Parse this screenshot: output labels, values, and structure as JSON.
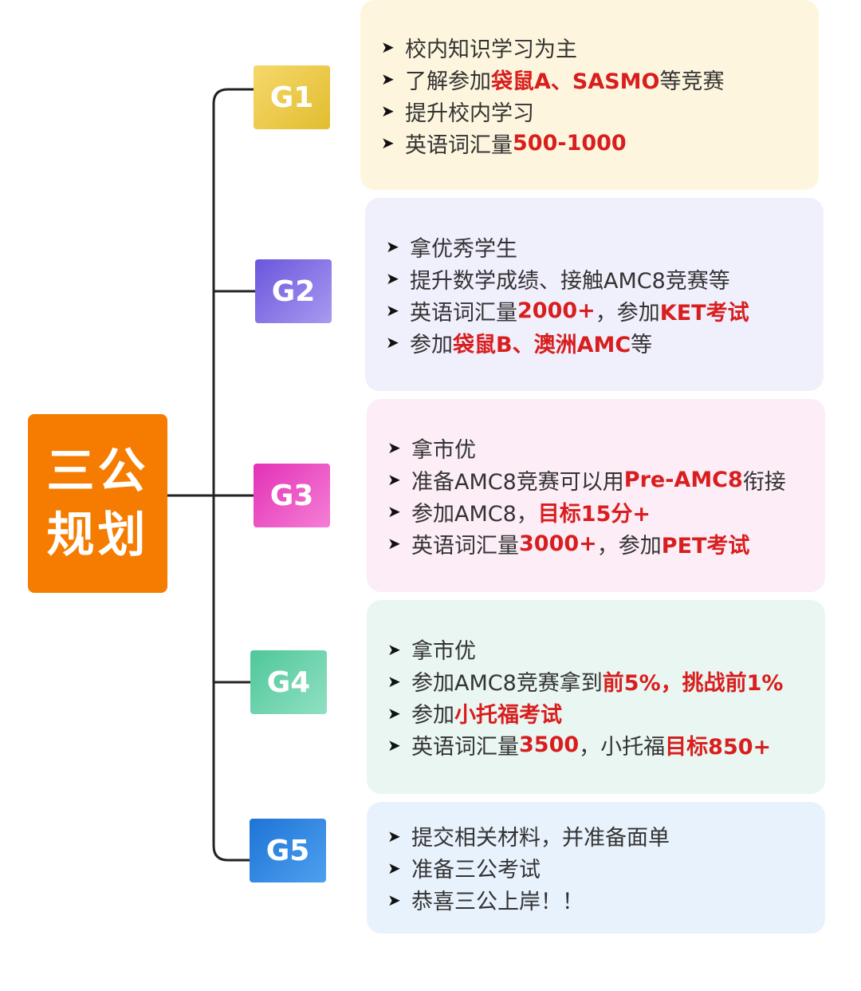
{
  "root": {
    "line1": "三公",
    "line2": "规划"
  },
  "grades": [
    {
      "label": "G1",
      "items": [
        [
          {
            "t": "校内知识学习为主"
          }
        ],
        [
          {
            "t": "了解参加"
          },
          {
            "t": "袋鼠A、SASMO",
            "hl": true
          },
          {
            "t": "等竞赛"
          }
        ],
        [
          {
            "t": "提升校内学习"
          }
        ],
        [
          {
            "t": "英语词汇量"
          },
          {
            "t": "500-1000",
            "hl": true
          }
        ]
      ]
    },
    {
      "label": "G2",
      "items": [
        [
          {
            "t": "拿优秀学生"
          }
        ],
        [
          {
            "t": "提升数学成绩、接触AMC8竞赛等"
          }
        ],
        [
          {
            "t": "英语词汇量"
          },
          {
            "t": "2000+",
            "hl": true
          },
          {
            "t": "，参加"
          },
          {
            "t": "KET考试",
            "hl": true
          }
        ],
        [
          {
            "t": "参加"
          },
          {
            "t": "袋鼠B、澳洲AMC",
            "hl": true
          },
          {
            "t": "等"
          }
        ]
      ]
    },
    {
      "label": "G3",
      "items": [
        [
          {
            "t": "拿市优"
          }
        ],
        [
          {
            "t": "准备AMC8竞赛可以用"
          },
          {
            "t": "Pre-AMC8",
            "hl": true
          },
          {
            "t": "衔接"
          }
        ],
        [
          {
            "t": "参加AMC8，"
          },
          {
            "t": "目标15分+",
            "hl": true
          }
        ],
        [
          {
            "t": "英语词汇量"
          },
          {
            "t": "3000+",
            "hl": true
          },
          {
            "t": "，参加"
          },
          {
            "t": "PET考试",
            "hl": true
          }
        ]
      ]
    },
    {
      "label": "G4",
      "items": [
        [
          {
            "t": "拿市优"
          }
        ],
        [
          {
            "t": "参加AMC8竞赛拿到"
          },
          {
            "t": "前5%，挑战前1%",
            "hl": true
          }
        ],
        [
          {
            "t": "参加"
          },
          {
            "t": "小托福考试",
            "hl": true
          }
        ],
        [
          {
            "t": "英语词汇量"
          },
          {
            "t": "3500",
            "hl": true
          },
          {
            "t": "，小托福"
          },
          {
            "t": "目标850+",
            "hl": true
          }
        ]
      ]
    },
    {
      "label": "G5",
      "items": [
        [
          {
            "t": "提交相关材料，并准备面单"
          }
        ],
        [
          {
            "t": "准备三公考试"
          }
        ],
        [
          {
            "t": "恭喜三公上岸！！"
          }
        ]
      ]
    }
  ],
  "colors": {
    "highlight": "#d81e1e",
    "root": "#f57c00",
    "g1": "#e8c640",
    "g2": "#7b68e0",
    "g3": "#ea4fc3",
    "g4": "#5ccfa4",
    "g5": "#2b82e0"
  },
  "bullet_icon": "arrowhead-bullet-icon"
}
